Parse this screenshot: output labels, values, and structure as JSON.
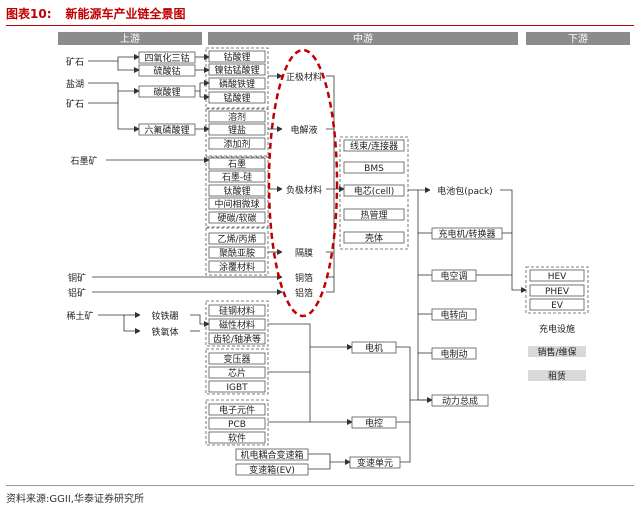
{
  "title": {
    "label": "图表10:",
    "text": "新能源车产业链全景图"
  },
  "source": "资料来源:GGII,华泰证券研究所",
  "sections": {
    "upstream": "上游",
    "midstream": "中游",
    "downstream": "下游"
  },
  "nodes": {
    "ore1": "矿石",
    "co3o4": "四氧化三钴",
    "coso4": "硫酸钴",
    "saltlake": "盐湖",
    "ore2": "矿石",
    "li2co3": "碳酸锂",
    "lipf6": "六氟磷酸锂",
    "graphite_ore": "石墨矿",
    "co_acid": "钴酸锂",
    "ncm": "镍钴锰酸锂",
    "lfp": "磷酸铁锂",
    "lmo": "锰酸锂",
    "solvent": "溶剂",
    "li_salt": "锂盐",
    "additive": "添加剂",
    "graphite": "石墨",
    "si_graphite": "石墨-硅",
    "lto": "钛酸锂",
    "mcmb": "中间相微球",
    "hard_carbon": "硬碳/软碳",
    "pe_pp": "乙烯/丙烯",
    "pi": "聚酰亚胺",
    "coating": "涂覆材料",
    "copper_ore": "铜矿",
    "al_ore": "铝矿",
    "cathode": "正极材料",
    "electrolyte": "电解液",
    "anode": "负极材料",
    "separator": "隔膜",
    "cu_foil": "铜箔",
    "al_foil": "铝箔",
    "harness": "线束/连接器",
    "bms": "BMS",
    "cell": "电芯(cell)",
    "thermal": "热管理",
    "shell": "壳体",
    "pack": "电池包(pack)",
    "rare_earth": "稀土矿",
    "ndfeb": "钕铁硼",
    "ferrite": "铁氧体",
    "si_steel": "硅钢材料",
    "magnetic": "磁性材料",
    "gear": "齿轮/轴承等",
    "motor": "电机",
    "transformer": "变压器",
    "chip": "芯片",
    "igbt": "IGBT",
    "elec_comp": "电子元件",
    "pcb": "PCB",
    "software": "软件",
    "ecu": "电控",
    "coupling": "机电耦合变速箱",
    "gearbox_ev": "变速箱(EV)",
    "trans_unit": "变速单元",
    "charger": "充电机/转换器",
    "ac": "电空调",
    "steering": "电转向",
    "brake": "电制动",
    "powertrain": "动力总成",
    "hev": "HEV",
    "phev": "PHEV",
    "ev": "EV",
    "charging": "充电设施",
    "sales": "销售/维保",
    "lease": "租赁"
  },
  "colors": {
    "header_bg": "#8c8c8c",
    "header_text": "#ffffff",
    "accent": "#c00000",
    "line": "#333333",
    "box": "#555555",
    "gray_fill": "#d9d9d9"
  }
}
